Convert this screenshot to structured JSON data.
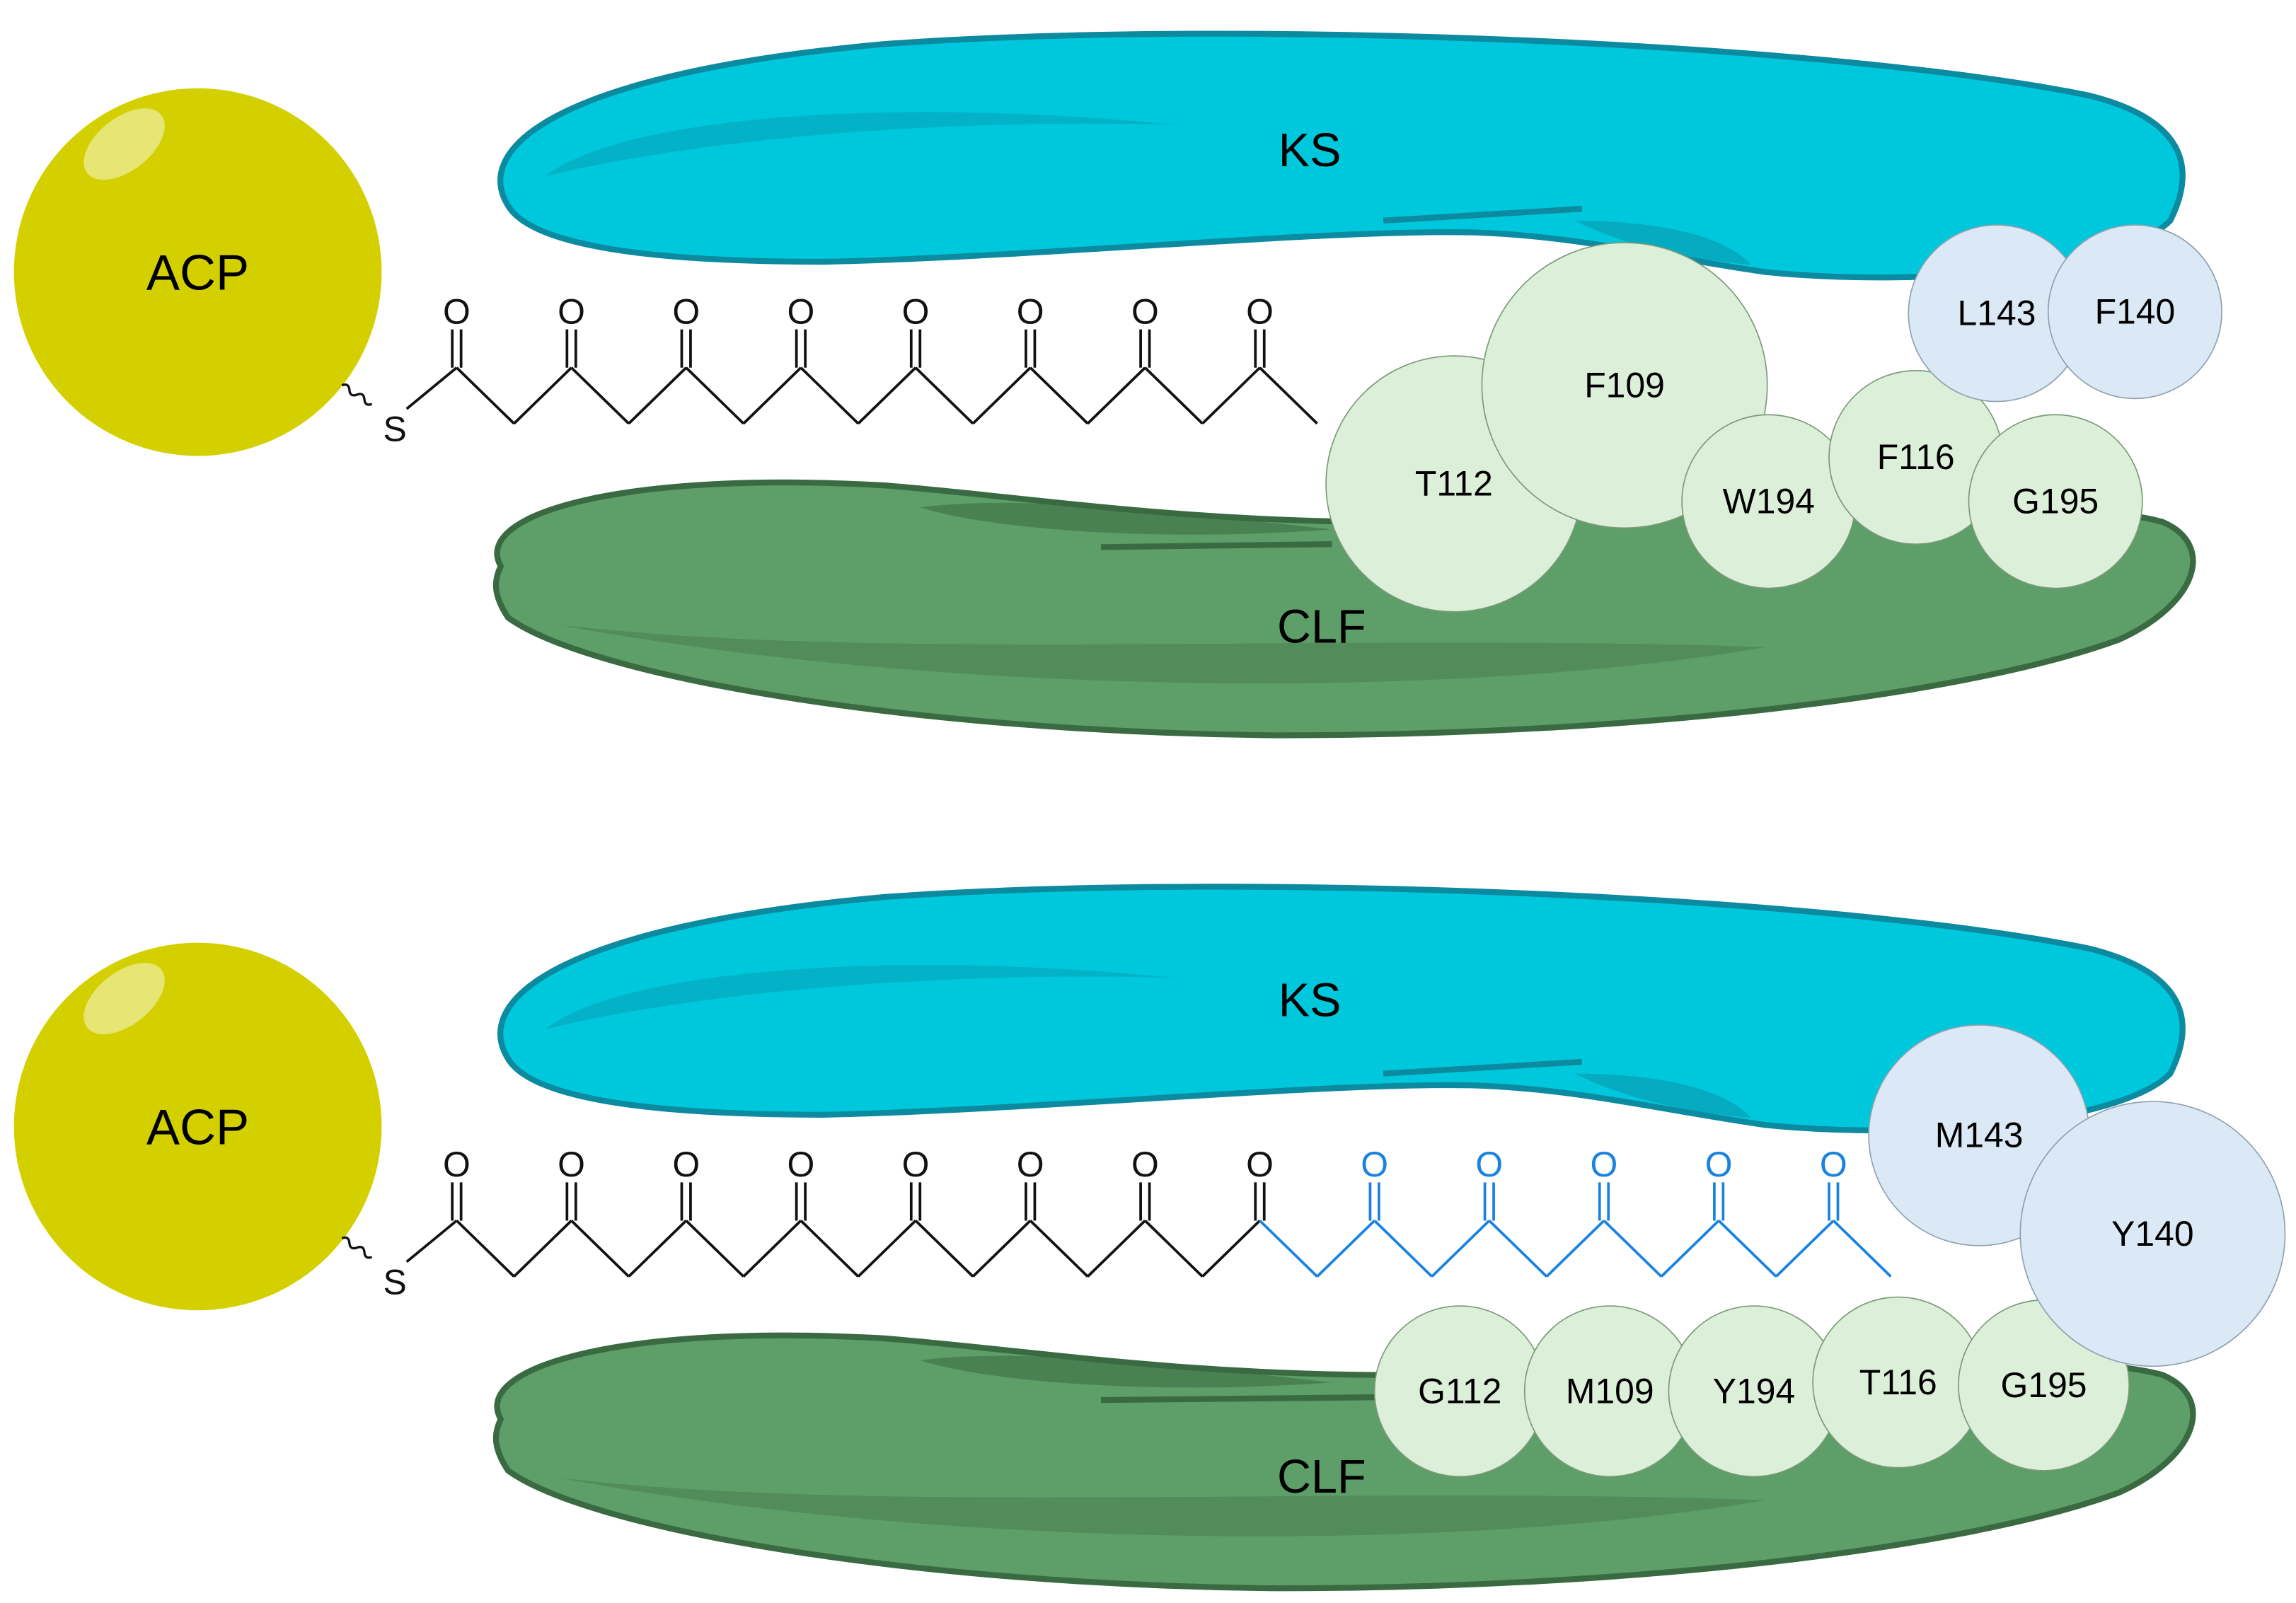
{
  "colors": {
    "acp": "#d4d000",
    "ks": "#00c8dc",
    "ks_dark": "#0b8aa0",
    "clf": "#5e9e68",
    "clf_dark": "#3a6a42",
    "ks_residue": "#dbe8f5",
    "clf_residue": "#dcefd8",
    "chain": "#111111",
    "extension": "#1a82e0"
  },
  "panels": [
    {
      "acp_label": "ACP",
      "ks_label": "KS",
      "clf_label": "CLF",
      "sulfur_label": "S",
      "oxygen_label": "O",
      "ketide_units": 8,
      "extension_units": 0,
      "ks_residues": [
        "L143",
        "F140"
      ],
      "clf_residues": [
        "T112",
        "F109",
        "W194",
        "F116",
        "G195"
      ]
    },
    {
      "acp_label": "ACP",
      "ks_label": "KS",
      "clf_label": "CLF",
      "sulfur_label": "S",
      "oxygen_label": "O",
      "ketide_units": 8,
      "extension_units": 5,
      "ks_residues": [
        "M143",
        "Y140"
      ],
      "clf_residues": [
        "G112",
        "M109",
        "Y194",
        "T116",
        "G195"
      ]
    }
  ]
}
